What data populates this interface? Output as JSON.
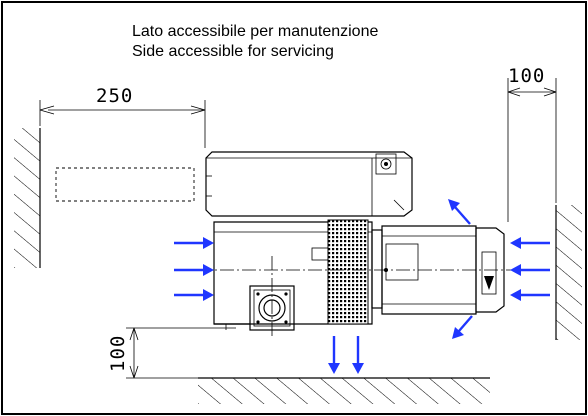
{
  "caption": {
    "line_it": "Lato accessibile per manutenzione",
    "line_en": "Side accessible for servicing"
  },
  "dimensions": {
    "left_clearance": "250",
    "right_clearance": "100",
    "bottom_clearance": "100"
  },
  "colors": {
    "airflow_arrow": "#1f36ff",
    "line": "#000000",
    "background": "#ffffff"
  },
  "airflow": {
    "inlet_left_arrows": 3,
    "inlet_right_arrows": 3,
    "down_arrows": 2,
    "diagonal_arrows": 2
  }
}
